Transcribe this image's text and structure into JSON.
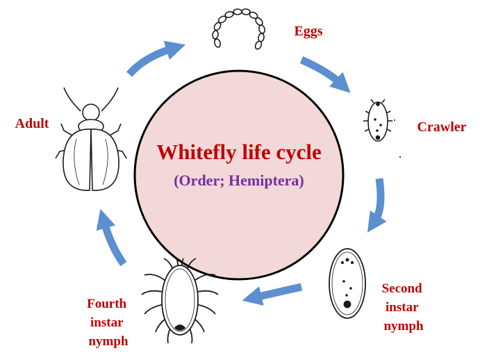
{
  "diagram": {
    "title": "Whitefly life cycle",
    "subtitle": "(Order; Hemiptera)",
    "colors": {
      "circle_fill": "#f2d8d8",
      "circle_stroke": "#000000",
      "title": "#c00000",
      "subtitle": "#7030a0",
      "stage_label": "#c00000",
      "arrow": "#5b8fcf",
      "drawing": "#1a1a1a"
    },
    "stages": [
      {
        "id": "eggs",
        "label_lines": [
          "Eggs"
        ],
        "icon": "egg-cluster-icon"
      },
      {
        "id": "crawler",
        "label_lines": [
          "Crawler"
        ],
        "icon": "crawler-icon"
      },
      {
        "id": "second-instar",
        "label_lines": [
          "Second",
          "instar",
          "nymph"
        ],
        "icon": "second-instar-nymph-icon"
      },
      {
        "id": "fourth-instar",
        "label_lines": [
          "Fourth",
          "instar",
          "nymph"
        ],
        "icon": "fourth-instar-nymph-icon"
      },
      {
        "id": "adult",
        "label_lines": [
          "Adult"
        ],
        "icon": "adult-whitefly-icon"
      }
    ]
  }
}
